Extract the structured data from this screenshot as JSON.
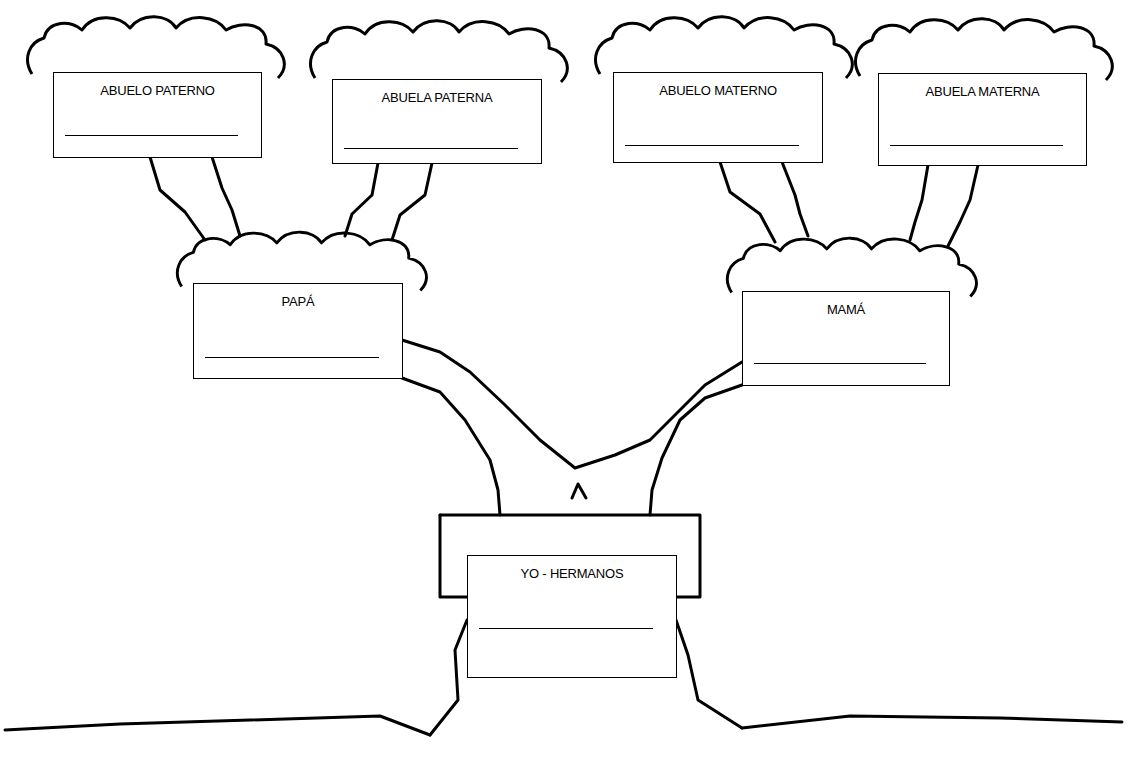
{
  "diagram": {
    "nodes": [
      {
        "text": [
          "ABUELO PATERNO"
        ]
      },
      {
        "text": [
          "ABUELA PATERNA"
        ]
      },
      {
        "text": [
          "ABUELO MATERNO"
        ]
      },
      {
        "text": [
          "ABUELA MATERNA"
        ]
      },
      {
        "text": [
          "PAPÁ"
        ]
      },
      {
        "text": [
          "MAMÁ"
        ]
      },
      {
        "text": [
          "YO - HERMANOS"
        ]
      }
    ]
  }
}
